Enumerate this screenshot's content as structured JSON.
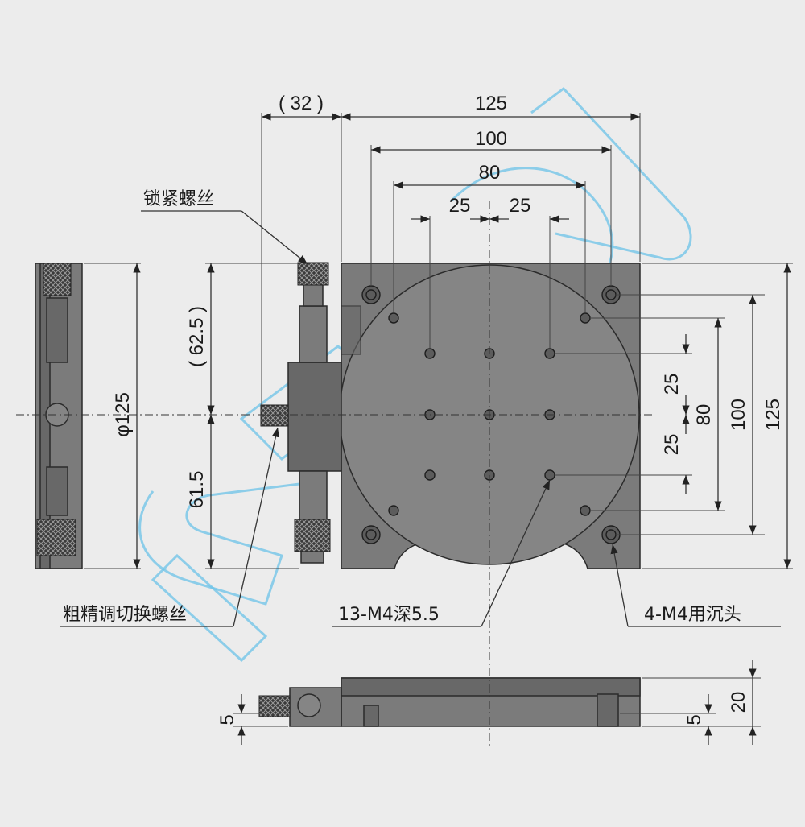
{
  "dimensions": {
    "top_32": "( 32 )",
    "top_125": "125",
    "top_100": "100",
    "top_80": "80",
    "top_25_left": "25",
    "top_25_right": "25",
    "left_62_5": "( 62.5 )",
    "left_61_5": "61.5",
    "diameter_125": "φ125",
    "right_25_top": "25",
    "right_25_bottom": "25",
    "right_80": "80",
    "right_100": "100",
    "right_125": "125",
    "bottom_5_left": "5",
    "bottom_5_right": "5",
    "bottom_20": "20"
  },
  "labels": {
    "lock_screw": "锁紧螺丝",
    "coarse_fine_screw": "粗精调切换螺丝",
    "tapped_holes": "13-M4深5.5",
    "counterbore_holes": "4-M4用沉头"
  },
  "colors": {
    "background": "#ececec",
    "plate": "#7b7b7b",
    "outline": "#2b2b2b",
    "watermark": "#6cc3e8"
  }
}
